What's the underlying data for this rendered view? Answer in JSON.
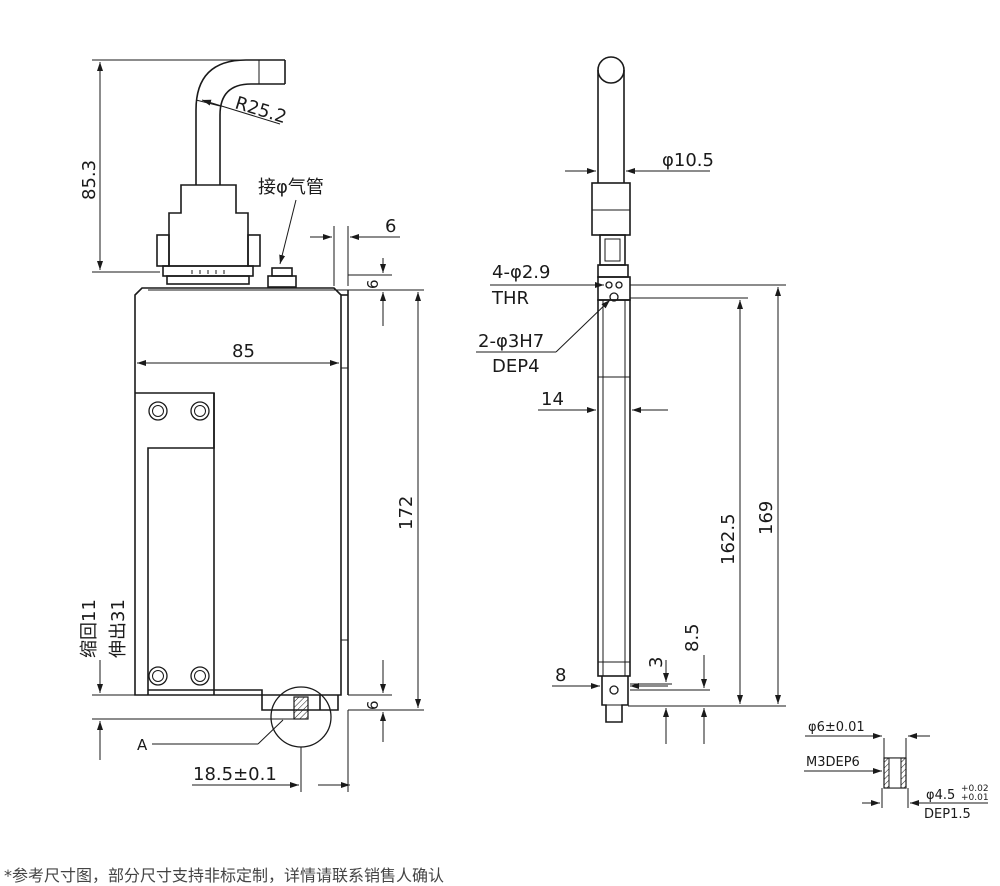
{
  "front_view": {
    "bend_radius": "R25.2",
    "height_top": "85.3",
    "air_fitting_label": "接φ气管",
    "top_gap": "6",
    "top_offset": "6",
    "width": "85",
    "body_height": "172",
    "stroke_retract": "缩回11",
    "stroke_extend": "伸出31",
    "bottom_offset": "6",
    "detail_label": "A",
    "pin_offset": "18.5±0.1"
  },
  "side_view": {
    "tube_diameter": "φ10.5",
    "holes_thr": "4-φ2.9",
    "holes_thr_note": "THR",
    "holes_pin": "2-φ3H7",
    "holes_pin_note": "DEP4",
    "thickness": "14",
    "height_total": "169",
    "height_holes": "162.5",
    "dim_8_5": "8.5",
    "dim_3": "3",
    "dim_8": "8"
  },
  "detail_view": {
    "pin_diameter": "φ6±0.01",
    "thread": "M3DEP6",
    "bore_diameter": "φ4.5",
    "bore_tol_upper": "+0.02",
    "bore_tol_lower": "+0.01",
    "bore_depth": "DEP1.5"
  },
  "footnote": "*参考尺寸图，部分尺寸支持非标定制，详情请联系销售人确认"
}
